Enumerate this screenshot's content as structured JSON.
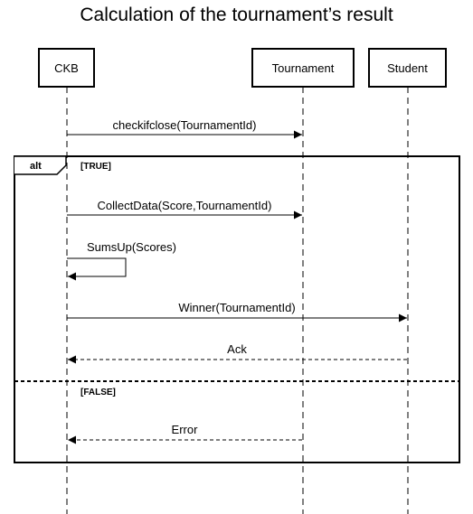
{
  "title": "Calculation of the tournament’s result",
  "participants": {
    "ckb": "CKB",
    "tournament": "Tournament",
    "student": "Student"
  },
  "fragment": {
    "operator": "alt",
    "guard_true": "[TRUE]",
    "guard_false": "[FALSE]"
  },
  "messages": {
    "m1": "checkifclose(TournamentId)",
    "m2": "CollectData(Score,TournamentId)",
    "m3": "SumsUp(Scores)",
    "m4": "Winner(TournamentId)",
    "m5": "Ack",
    "m6": "Error"
  }
}
